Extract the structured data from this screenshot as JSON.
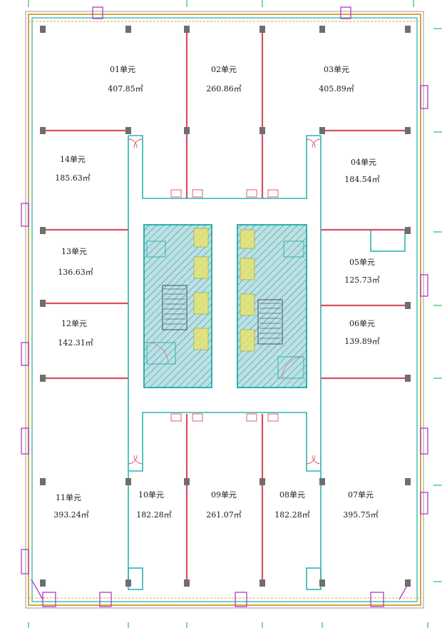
{
  "units": [
    {
      "id": "u01",
      "name": "01单元",
      "area": "407.85㎡"
    },
    {
      "id": "u02",
      "name": "02单元",
      "area": "260.86㎡"
    },
    {
      "id": "u03",
      "name": "03单元",
      "area": "405.89㎡"
    },
    {
      "id": "u04",
      "name": "04单元",
      "area": "184.54㎡"
    },
    {
      "id": "u05",
      "name": "05单元",
      "area": "125.73㎡"
    },
    {
      "id": "u06",
      "name": "06单元",
      "area": "139.89㎡"
    },
    {
      "id": "u07",
      "name": "07单元",
      "area": "395.75㎡"
    },
    {
      "id": "u08",
      "name": "08单元",
      "area": "182.28㎡"
    },
    {
      "id": "u09",
      "name": "09单元",
      "area": "261.07㎡"
    },
    {
      "id": "u10",
      "name": "10单元",
      "area": "182.28㎡"
    },
    {
      "id": "u11",
      "name": "11单元",
      "area": "393.24㎡"
    },
    {
      "id": "u12",
      "name": "12单元",
      "area": "142.31㎡"
    },
    {
      "id": "u13",
      "name": "13单元",
      "area": "136.63㎡"
    },
    {
      "id": "u14",
      "name": "14单元",
      "area": "185.63㎡"
    }
  ],
  "colors": {
    "outer_wall": "#d9a441",
    "glass": "#2bb5b0",
    "partition": "#d94f5f",
    "column": "#6e6e6e",
    "balcony": "#b23bbf",
    "core_fill": "#b8e3e6",
    "hatch": "#3a3a3a",
    "highlight": "#e8e36a",
    "grid_tick": "#22c44e"
  }
}
